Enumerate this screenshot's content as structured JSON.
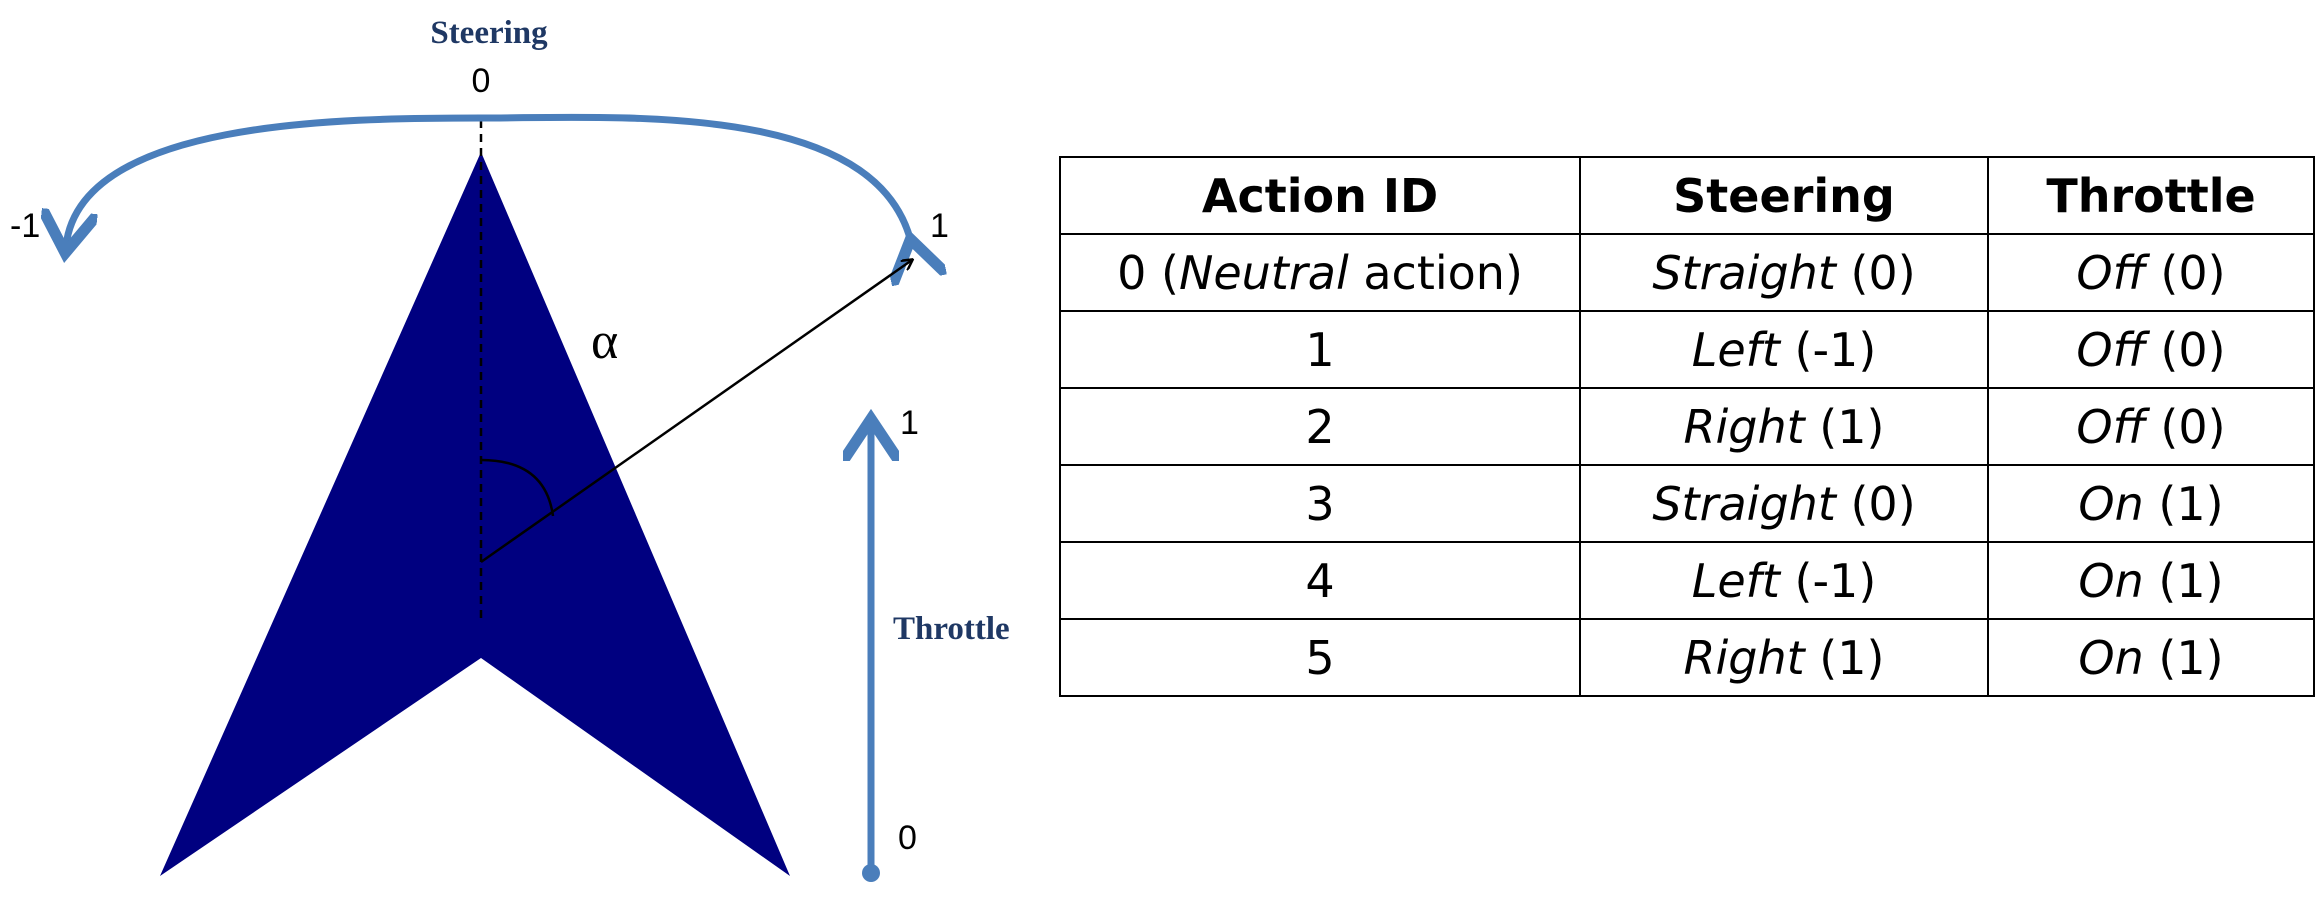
{
  "diagram": {
    "steering_title": "Steering",
    "steering_zero": "0",
    "steering_left": "-1",
    "steering_right": "1",
    "angle_symbol": "α",
    "throttle_title": "Throttle",
    "throttle_top": "1",
    "throttle_bottom": "0",
    "colors": {
      "arrow_shape": "#000080",
      "axis_blue": "#4a7ebb",
      "title_text": "#1f3864"
    }
  },
  "table": {
    "headers": [
      "Action ID",
      "Steering",
      "Throttle"
    ],
    "rows": [
      {
        "id_prefix": "0 (",
        "id_italic": "Neutral",
        "id_suffix": " action)",
        "steer_word": "Straight",
        "steer_val": " (0)",
        "thr_word": "Off",
        "thr_val": " (0)"
      },
      {
        "id_prefix": "1",
        "id_italic": "",
        "id_suffix": "",
        "steer_word": "Left",
        "steer_val": " (-1)",
        "thr_word": "Off",
        "thr_val": " (0)"
      },
      {
        "id_prefix": "2",
        "id_italic": "",
        "id_suffix": "",
        "steer_word": "Right",
        "steer_val": " (1)",
        "thr_word": "Off",
        "thr_val": " (0)"
      },
      {
        "id_prefix": "3",
        "id_italic": "",
        "id_suffix": "",
        "steer_word": "Straight",
        "steer_val": " (0)",
        "thr_word": "On",
        "thr_val": " (1)"
      },
      {
        "id_prefix": "4",
        "id_italic": "",
        "id_suffix": "",
        "steer_word": "Left",
        "steer_val": " (-1)",
        "thr_word": "On",
        "thr_val": " (1)"
      },
      {
        "id_prefix": "5",
        "id_italic": "",
        "id_suffix": "",
        "steer_word": "Right",
        "steer_val": " (1)",
        "thr_word": "On",
        "thr_val": " (1)"
      }
    ]
  }
}
